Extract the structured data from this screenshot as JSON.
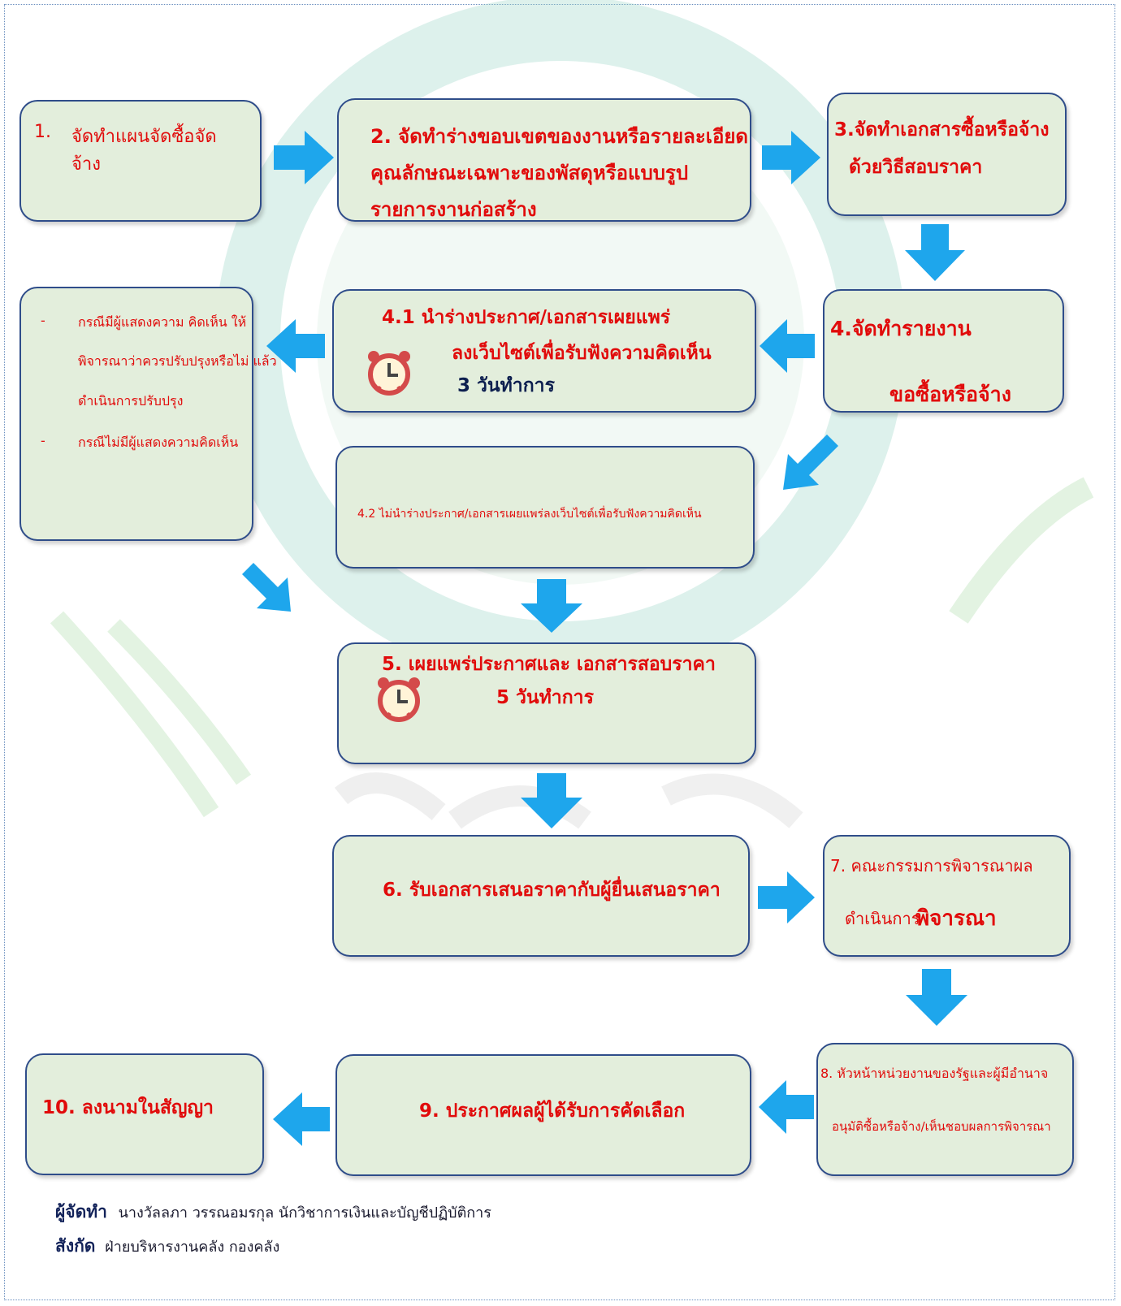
{
  "steps": {
    "s1": {
      "num": "1.",
      "line1": "จัดทำแผนจัดซื้อจัด",
      "line2": "จ้าง"
    },
    "s2": {
      "line1": "2. จัดทำร่างขอบเขตของงานหรือรายละเอียด",
      "line2": "คุณลักษณะเฉพาะของพัสดุหรือแบบรูป",
      "line3": "รายการงานก่อสร้าง"
    },
    "s3": {
      "line1": "3.จัดทำเอกสารซื้อหรือจ้าง",
      "line2": "ด้วยวิธีสอบราคา"
    },
    "s4": {
      "line1": "4.จัดทำรายงาน",
      "line2": "ขอซื้อหรือจ้าง"
    },
    "s41": {
      "line1": "4.1 นำร่างประกาศ/เอกสารเผยแพร่",
      "line2": "ลงเว็บไซต์เพื่อรับฟังความคิดเห็น",
      "line3": "3 วันทำการ"
    },
    "s42": {
      "line1": "4.2 ไม่นำร่างประกาศ/เอกสารเผยแพร่ลงเว็บไซต์เพื่อรับฟังความคิดเห็น"
    },
    "note": {
      "bullet": "-",
      "line1": "กรณีมีผู้แสดงความ คิดเห็น ให้",
      "line2": "พิจารณาว่าควรปรับปรุงหรือไม่ แล้ว",
      "line3": "ดำเนินการปรับปรุง",
      "line4": "กรณีไม่มีผู้แสดงความคิดเห็น"
    },
    "s5": {
      "line1": "5. เผยแพร่ประกาศและ เอกสารสอบราคา",
      "line2": "5 วันทำการ"
    },
    "s6": {
      "line1": "6. รับเอกสารเสนอราคากับผู้ยื่นเสนอราคา"
    },
    "s7": {
      "line1": "7. คณะกรรมการพิจารณาผล",
      "line2a": "ดำเนินการ",
      "line2b": "พิจารณา"
    },
    "s8": {
      "line1": "8. หัวหน้าหน่วยงานของรัฐและผู้มีอำนาจ",
      "line2": "อนุมัติซื้อหรือจ้าง/เห็นชอบผลการพิจารณา"
    },
    "s9": {
      "line1": "9. ประกาศผลผู้ได้รับการคัดเลือก"
    },
    "s10": {
      "line1": "10. ลงนามในสัญญา"
    }
  },
  "footer": {
    "author_label": "ผู้จัดทำ",
    "author": "นางวัลลภา วรรณอมรกุล  นักวิชาการเงินและบัญชีปฏิบัติการ",
    "unit_label": "สังกัด",
    "unit": "ฝ่ายบริหารงานคลัง กองคลัง"
  },
  "icons": {
    "arrow": "arrow-icon",
    "clock": "alarm-clock-icon"
  },
  "colors": {
    "box_fill": "#e3eedc",
    "box_border": "#2f4d8a",
    "arrow": "#1ea6ec",
    "text_red": "#e10b0b",
    "text_navy": "#0d1f4f",
    "clock": "#d44a4a"
  }
}
